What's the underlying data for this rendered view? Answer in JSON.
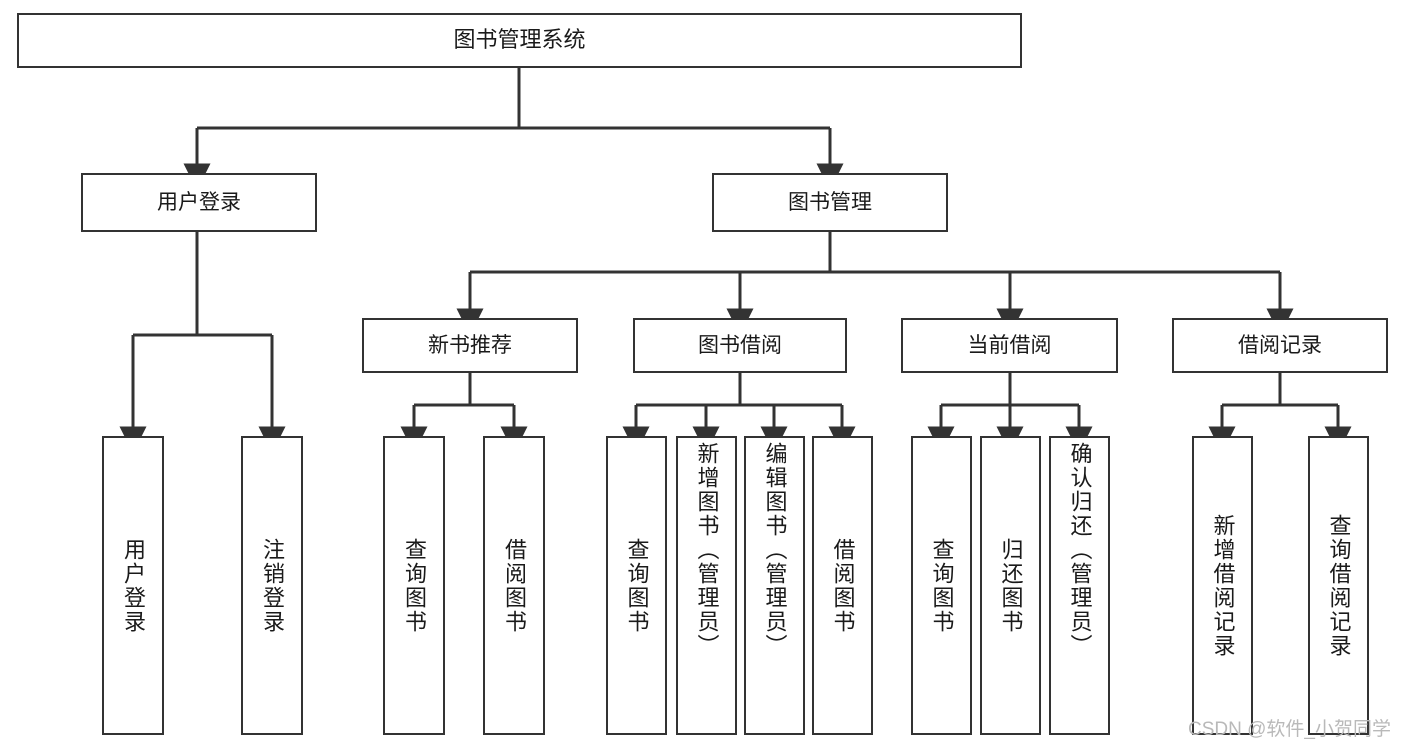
{
  "diagram": {
    "kind": "hierarchy-tree",
    "title": "图书管理系统",
    "levels": {
      "root": "图书管理系统",
      "level2": [
        "用户登录",
        "图书管理"
      ],
      "level3": [
        "新书推荐",
        "图书借阅",
        "当前借阅",
        "借阅记录"
      ]
    },
    "nodes": {
      "root": {
        "label": "图书管理系统"
      },
      "user_login": {
        "label": "用户登录"
      },
      "book_manage": {
        "label": "图书管理"
      },
      "new_book_rec": {
        "label": "新书推荐"
      },
      "book_borrow": {
        "label": "图书借阅"
      },
      "current_borrow": {
        "label": "当前借阅"
      },
      "borrow_record": {
        "label": "借阅记录"
      },
      "leaf_user_login": {
        "label": "用户登录"
      },
      "leaf_user_logout": {
        "label": "注销登录"
      },
      "leaf_query_book_1": {
        "label": "查询图书"
      },
      "leaf_borrow_book_1": {
        "label": "借阅图书"
      },
      "leaf_query_book_2": {
        "label": "查询图书"
      },
      "leaf_add_book": {
        "label": "新增图书（管理员）"
      },
      "leaf_edit_book": {
        "label": "编辑图书（管理员）"
      },
      "leaf_borrow_book_2": {
        "label": "借阅图书"
      },
      "leaf_query_book_3": {
        "label": "查询图书"
      },
      "leaf_return_book": {
        "label": "归还图书"
      },
      "leaf_confirm_return": {
        "label": "确认归还（管理员）"
      },
      "leaf_add_record": {
        "label": "新增借阅记录"
      },
      "leaf_query_record": {
        "label": "查询借阅记录"
      }
    },
    "colors": {
      "stroke": "#333333",
      "fill": "#ffffff",
      "text": "#1a1a1a",
      "watermark": "#b9b9b9"
    }
  },
  "watermark": {
    "text": "CSDN @软件_小贺同学"
  }
}
